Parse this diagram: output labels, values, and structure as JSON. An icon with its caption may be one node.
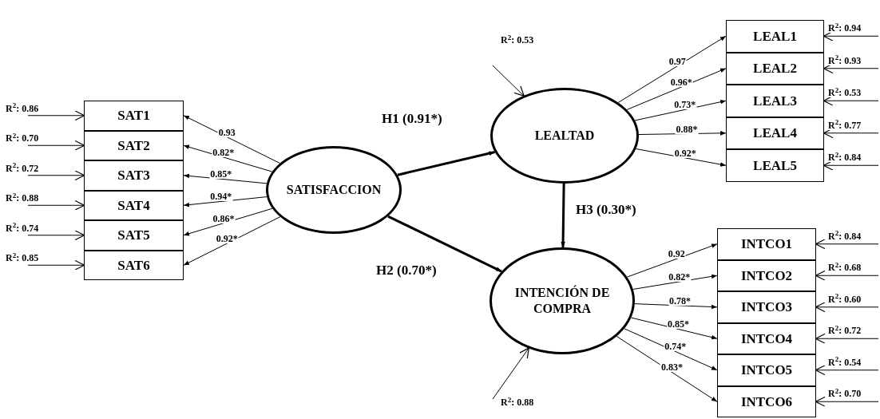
{
  "diagram": {
    "nodes": [
      {
        "text": [
          "SAT1"
        ]
      },
      {
        "text": [
          "SAT2"
        ]
      },
      {
        "text": [
          "SAT3"
        ]
      },
      {
        "text": [
          "SAT4"
        ]
      },
      {
        "text": [
          "SAT5"
        ]
      },
      {
        "text": [
          "SAT6"
        ]
      },
      {
        "text": [
          "SATISFACCION"
        ]
      },
      {
        "text": [
          "LEALTAD"
        ]
      },
      {
        "text": [
          "LEAL1"
        ]
      },
      {
        "text": [
          "LEAL2"
        ]
      },
      {
        "text": [
          "LEAL3"
        ]
      },
      {
        "text": [
          "LEAL4"
        ]
      },
      {
        "text": [
          "LEAL5"
        ]
      },
      {
        "text": [
          "INTENCIÓN DE COMPRA"
        ]
      },
      {
        "text": [
          "INTCO1"
        ]
      },
      {
        "text": [
          "INTCO2"
        ]
      },
      {
        "text": [
          "INTCO3"
        ]
      },
      {
        "text": [
          "INTCO4"
        ]
      },
      {
        "text": [
          "INTCO5"
        ]
      },
      {
        "text": [
          "INTCO6"
        ]
      }
    ],
    "edges": [
      {
        "from": null,
        "to": 0,
        "arrow": "to",
        "label": "R$^{2}$: 0.86"
      },
      {
        "from": null,
        "to": 1,
        "arrow": "to",
        "label": "R$^{2}$: 0.70"
      },
      {
        "from": null,
        "to": 2,
        "arrow": "to",
        "label": "R$^{2}$: 0.72"
      },
      {
        "from": null,
        "to": 3,
        "arrow": "to",
        "label": "R$^{2}$: 0.88"
      },
      {
        "from": null,
        "to": 4,
        "arrow": "to",
        "label": "R$^{2}$: 0.74"
      },
      {
        "from": null,
        "to": 5,
        "arrow": "to",
        "label": "R$^{2}$: 0.85"
      },
      {
        "from": 6,
        "to": 0,
        "arrow": "to",
        "label": "0.93"
      },
      {
        "from": 6,
        "to": 1,
        "arrow": "to",
        "label": "0.82*"
      },
      {
        "from": 6,
        "to": 2,
        "arrow": "to",
        "label": "0.85*"
      },
      {
        "from": 6,
        "to": 3,
        "arrow": "to",
        "label": "0.94*"
      },
      {
        "from": 6,
        "to": 4,
        "arrow": "to",
        "label": "0.86*"
      },
      {
        "from": 6,
        "to": 5,
        "arrow": "to",
        "label": "0.92*"
      },
      {
        "from": 6,
        "to": 7,
        "arrow": "to",
        "label": "H1 (0.91*)",
        "style": "thick"
      },
      {
        "from": 6,
        "to": 13,
        "arrow": "to",
        "label": "H2 (0.70*)",
        "style": "thick"
      },
      {
        "from": null,
        "to": 7,
        "arrow": "to",
        "label": "R$^{2}$: 0.53"
      },
      {
        "from": 7,
        "to": 8,
        "arrow": "to",
        "label": "0.97"
      },
      {
        "from": 7,
        "to": 9,
        "arrow": "to",
        "label": "0.96*"
      },
      {
        "from": 7,
        "to": 10,
        "arrow": "to",
        "label": "0.73*"
      },
      {
        "from": 7,
        "to": 11,
        "arrow": "to",
        "label": "0.88*"
      },
      {
        "from": 7,
        "to": 12,
        "arrow": "to",
        "label": "0.92*"
      },
      {
        "from": null,
        "to": 8,
        "arrow": "to",
        "label": "R$^{2}$: 0.94"
      },
      {
        "from": null,
        "to": 9,
        "arrow": "to",
        "label": "R$^{2}$: 0.93"
      },
      {
        "from": null,
        "to": 10,
        "arrow": "to",
        "label": "R$^{2}$: 0.53"
      },
      {
        "from": null,
        "to": 11,
        "arrow": "to",
        "label": "R$^{2}$: 0.77"
      },
      {
        "from": null,
        "to": 12,
        "arrow": "to",
        "label": "R$^{2}$: 0.84"
      },
      {
        "from": 7,
        "to": 13,
        "arrow": "to",
        "label": "H3 (0.30*)",
        "style": "thick"
      },
      {
        "from": null,
        "to": 13,
        "arrow": "to",
        "label": "R$^{2}$: 0.88"
      },
      {
        "from": 13,
        "to": 14,
        "arrow": "to",
        "label": "0.92"
      },
      {
        "from": 13,
        "to": 15,
        "arrow": "to",
        "label": "0.82*"
      },
      {
        "from": 13,
        "to": 16,
        "arrow": "to",
        "label": "0.78*"
      },
      {
        "from": 13,
        "to": 17,
        "arrow": "to",
        "label": "0.85*"
      },
      {
        "from": 13,
        "to": 18,
        "arrow": "to",
        "label": "0.74*"
      },
      {
        "from": 13,
        "to": 19,
        "arrow": "to",
        "label": "0.83*"
      },
      {
        "from": null,
        "to": 14,
        "arrow": "to",
        "label": "R$^{2}$: 0.84"
      },
      {
        "from": null,
        "to": 15,
        "arrow": "to",
        "label": "R$^{2}$: 0.68"
      },
      {
        "from": null,
        "to": 16,
        "arrow": "to",
        "label": "R$^{2}$: 0.60"
      },
      {
        "from": null,
        "to": 17,
        "arrow": "to",
        "label": "R$^{2}$: 0.72"
      },
      {
        "from": null,
        "to": 18,
        "arrow": "to",
        "label": "R$^{2}$: 0.54"
      },
      {
        "from": null,
        "to": 19,
        "arrow": "to",
        "label": "R$^{2}$: 0.70"
      }
    ]
  }
}
